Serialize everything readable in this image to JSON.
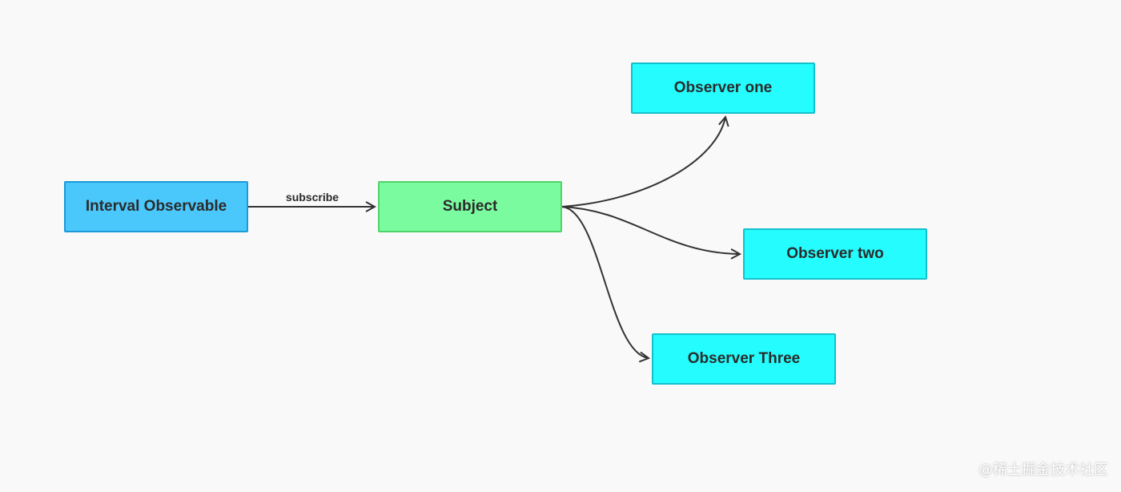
{
  "nodes": {
    "interval": {
      "label": "Interval Observable",
      "color": "#4bc8fb"
    },
    "subject": {
      "label": "Subject",
      "color": "#7bfb9f"
    },
    "observer_one": {
      "label": "Observer one",
      "color": "#24fcfd"
    },
    "observer_two": {
      "label": "Observer two",
      "color": "#24fcfd"
    },
    "observer_three": {
      "label": "Observer Three",
      "color": "#24fcfd"
    }
  },
  "edges": [
    {
      "from": "interval",
      "to": "subject",
      "label": "subscribe"
    },
    {
      "from": "subject",
      "to": "observer_one"
    },
    {
      "from": "subject",
      "to": "observer_two"
    },
    {
      "from": "subject",
      "to": "observer_three"
    }
  ],
  "edge_color": "#333333",
  "watermark": "@稀土掘金技术社区"
}
